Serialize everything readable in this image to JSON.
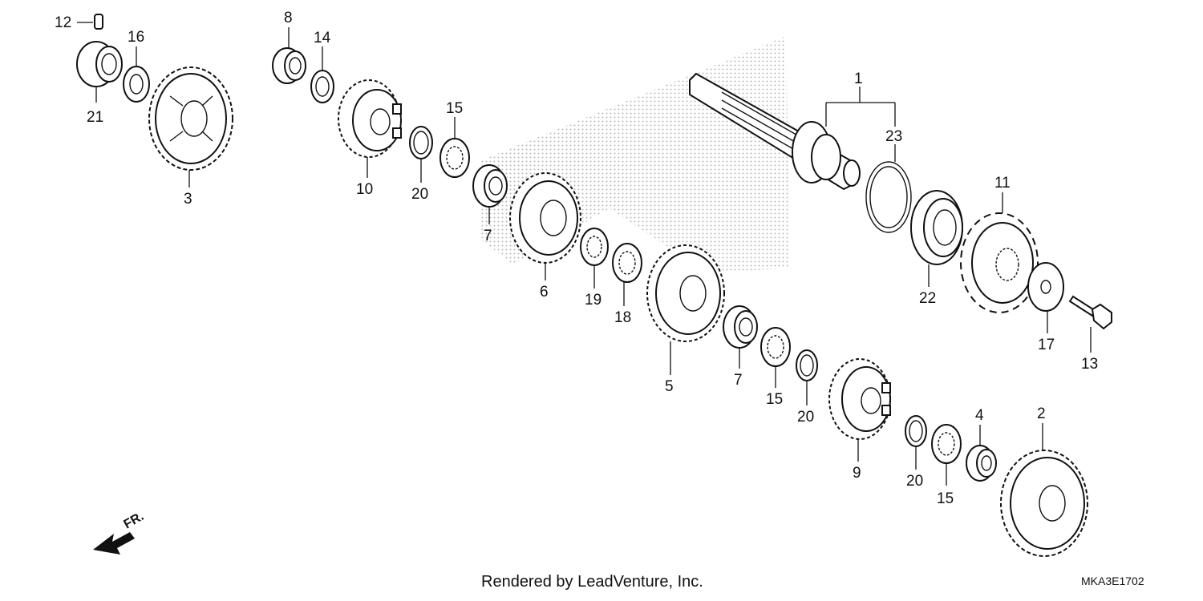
{
  "diagram": {
    "footer_text": "Rendered by LeadVenture, Inc.",
    "diagram_code": "MKA3E1702",
    "direction_label": "FR.",
    "callouts": {
      "c1": "1",
      "c2": "2",
      "c3": "3",
      "c4": "4",
      "c5": "5",
      "c6": "6",
      "c7a": "7",
      "c7b": "7",
      "c8": "8",
      "c9": "9",
      "c10": "10",
      "c11": "11",
      "c12": "12",
      "c13": "13",
      "c14": "14",
      "c15a": "15",
      "c15b": "15",
      "c15c": "15",
      "c16": "16",
      "c17": "17",
      "c18": "18",
      "c19": "19",
      "c20a": "20",
      "c20b": "20",
      "c20c": "20",
      "c21": "21",
      "c22": "22",
      "c23": "23"
    }
  }
}
